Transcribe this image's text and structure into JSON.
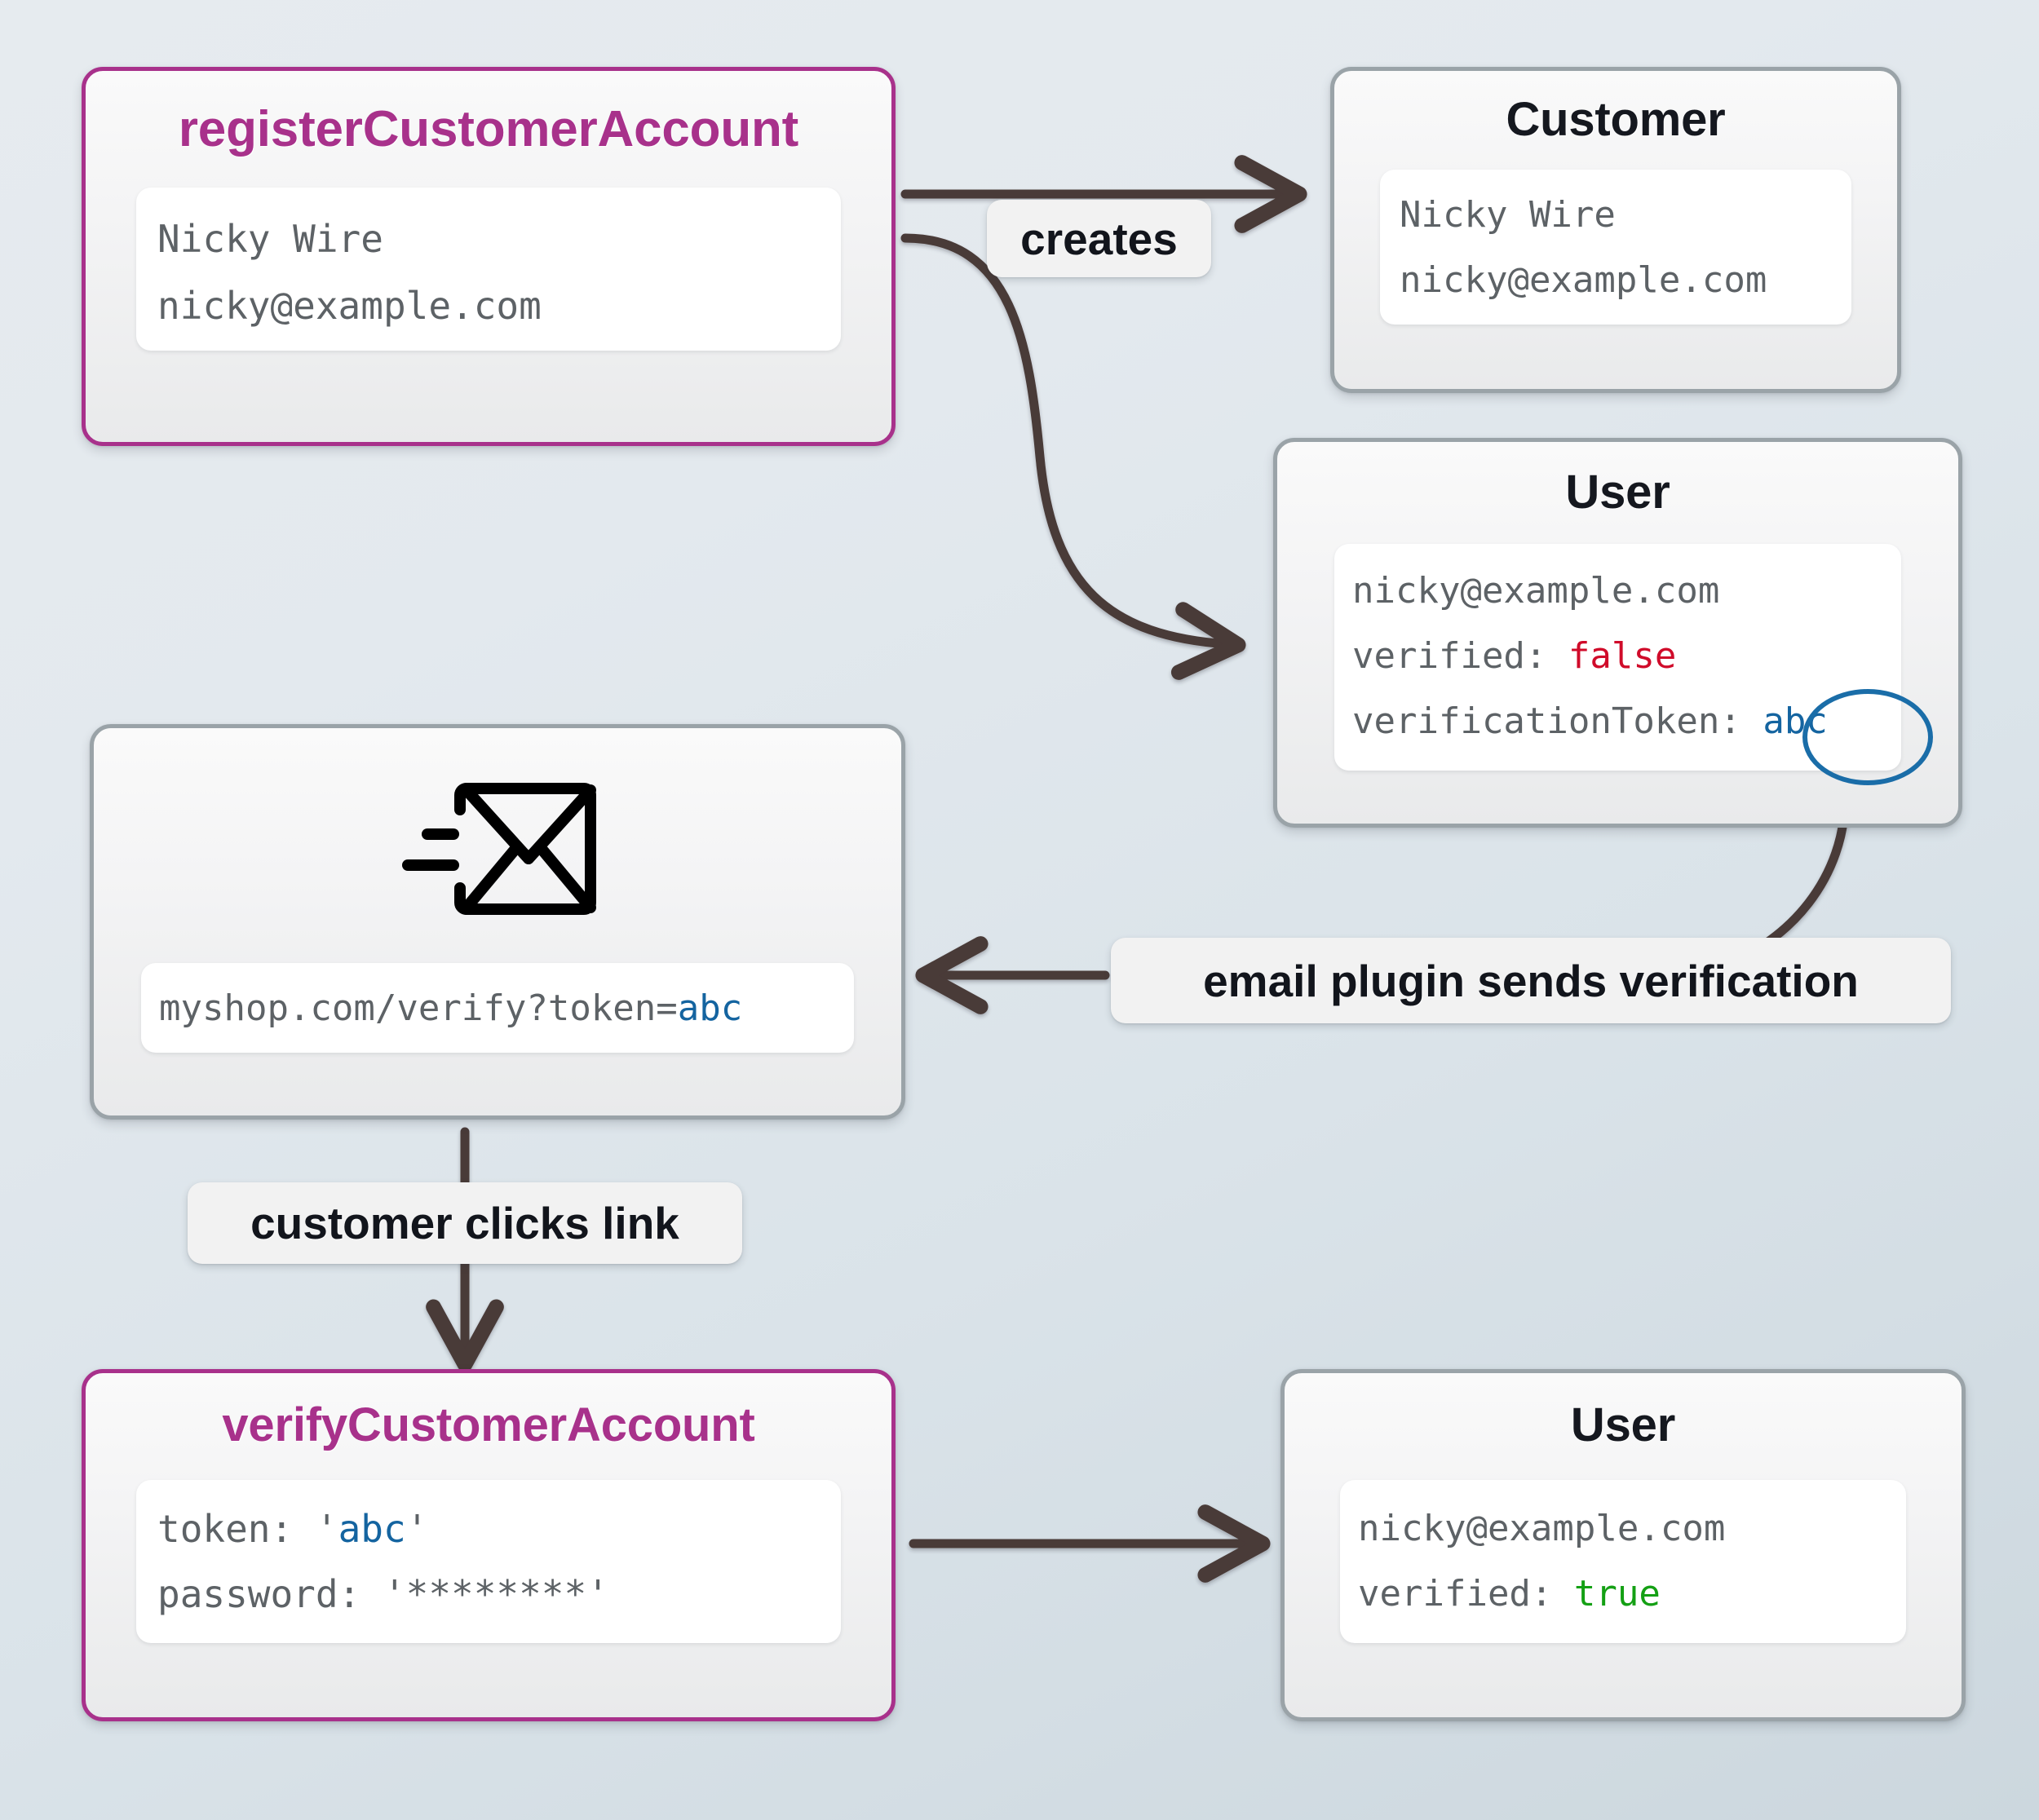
{
  "diagram": {
    "title": "customer account verification flow",
    "background_gradient": [
      "#e6ebef",
      "#ccd7de"
    ],
    "accent_pink": "#a8318b",
    "accent_blue": "#1464a0",
    "accent_red": "#d00b2a",
    "accent_green": "#14a014",
    "edge_color": "#493a38"
  },
  "nodes": {
    "register": {
      "title": "registerCustomerAccount",
      "lines": [
        "Nicky Wire",
        "nicky@example.com"
      ]
    },
    "customer": {
      "title": "Customer",
      "lines": [
        "Nicky Wire",
        "nicky@example.com"
      ]
    },
    "user_unverified": {
      "title": "User",
      "email": "nicky@example.com",
      "verified_key": "verified: ",
      "verified_value": "false",
      "token_key": "verificationToken: ",
      "token_value": "abc"
    },
    "email": {
      "icon": "sent-envelope-icon",
      "url_prefix": "myshop.com/verify?token=",
      "url_token": "abc"
    },
    "verify": {
      "title": "verifyCustomerAccount",
      "token_key": "token: ",
      "token_quote_open": "'",
      "token_value": "abc",
      "token_quote_close": "'",
      "password_line": "password: '********'"
    },
    "user_verified": {
      "title": "User",
      "email": "nicky@example.com",
      "verified_key": "verified: ",
      "verified_value": "true"
    }
  },
  "edges": {
    "creates": "creates",
    "email_plugin": "email plugin sends verification",
    "customer_clicks": "customer clicks link"
  }
}
